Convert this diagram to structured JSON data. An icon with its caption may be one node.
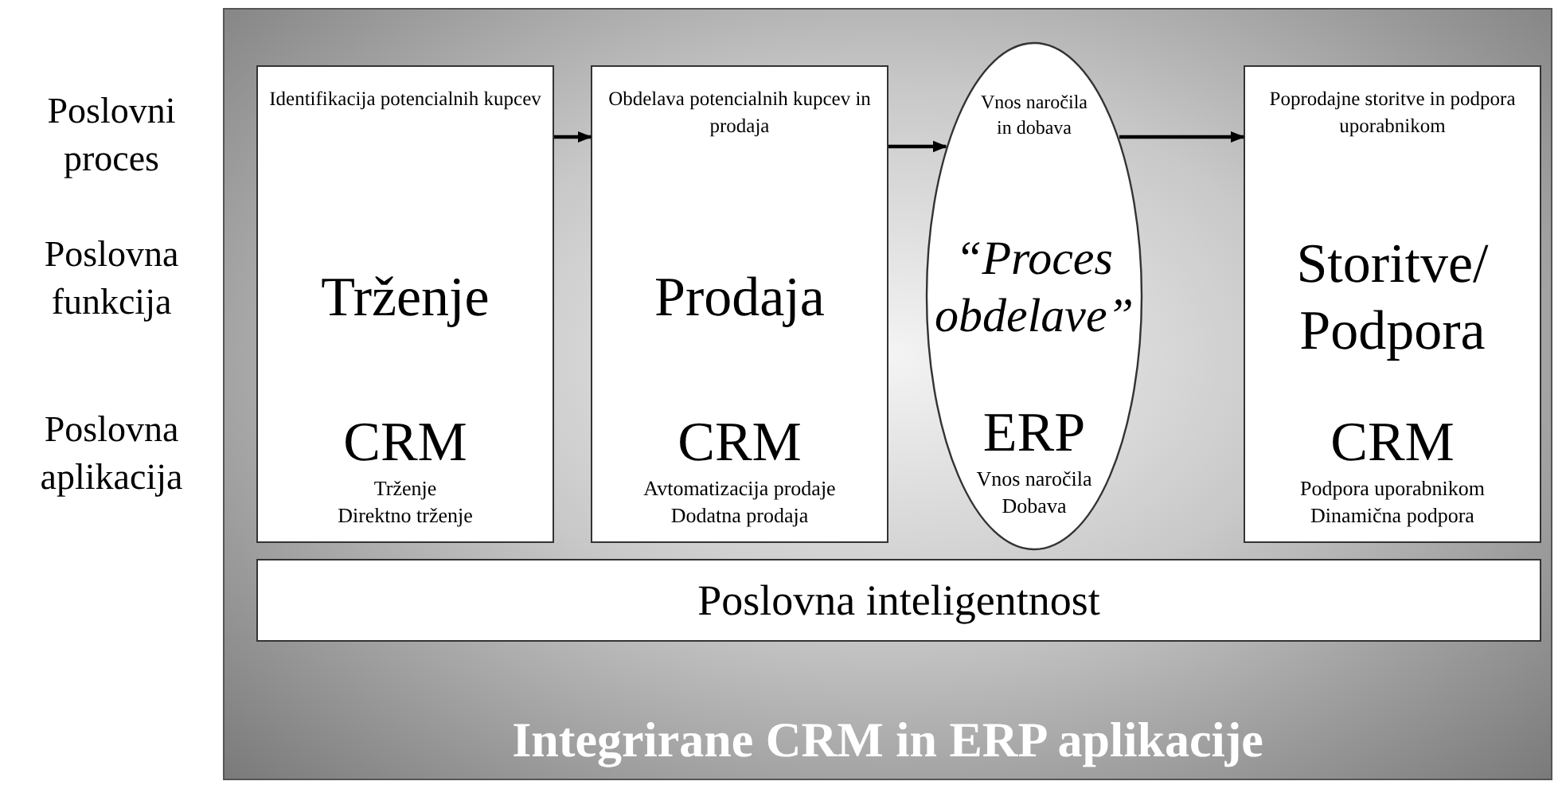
{
  "diagram": {
    "nodes": [
      {
        "text": [
          "Integrirane CRM in ERP aplikacije"
        ]
      },
      {
        "text": [
          "Identifikacija potencialnih kupcev",
          "Trženje",
          "CRM",
          "Trženje",
          "Direktno trženje"
        ],
        "in": 0
      },
      {
        "text": [
          "Obdelava potencialnih kupcev in prodaja",
          "Prodaja",
          "CRM",
          "Avtomatizacija prodaje",
          "Dodatna prodaja"
        ],
        "in": 0
      },
      {
        "text": [
          "Vnos naročila in dobava",
          "“Proces obdelave”",
          "ERP",
          "Vnos naročila",
          "Dobava"
        ],
        "in": 0
      },
      {
        "text": [
          "Poprodajne storitve in podpora uporabnikom",
          "Storitve/ Podpora",
          "CRM",
          "Podpora uporabnikom",
          "Dinamična podpora"
        ],
        "in": 0
      },
      {
        "text": [
          "Poslovna inteligentnost"
        ],
        "in": 0
      }
    ],
    "edges": [
      {
        "from": 1,
        "to": 2,
        "arrow": "to"
      },
      {
        "from": 2,
        "to": 3,
        "arrow": "to"
      },
      {
        "from": 3,
        "to": 4,
        "arrow": "to"
      }
    ],
    "labels": [
      "Poslovni proces",
      "Poslovna funkcija",
      "Poslovna aplikacija"
    ]
  }
}
